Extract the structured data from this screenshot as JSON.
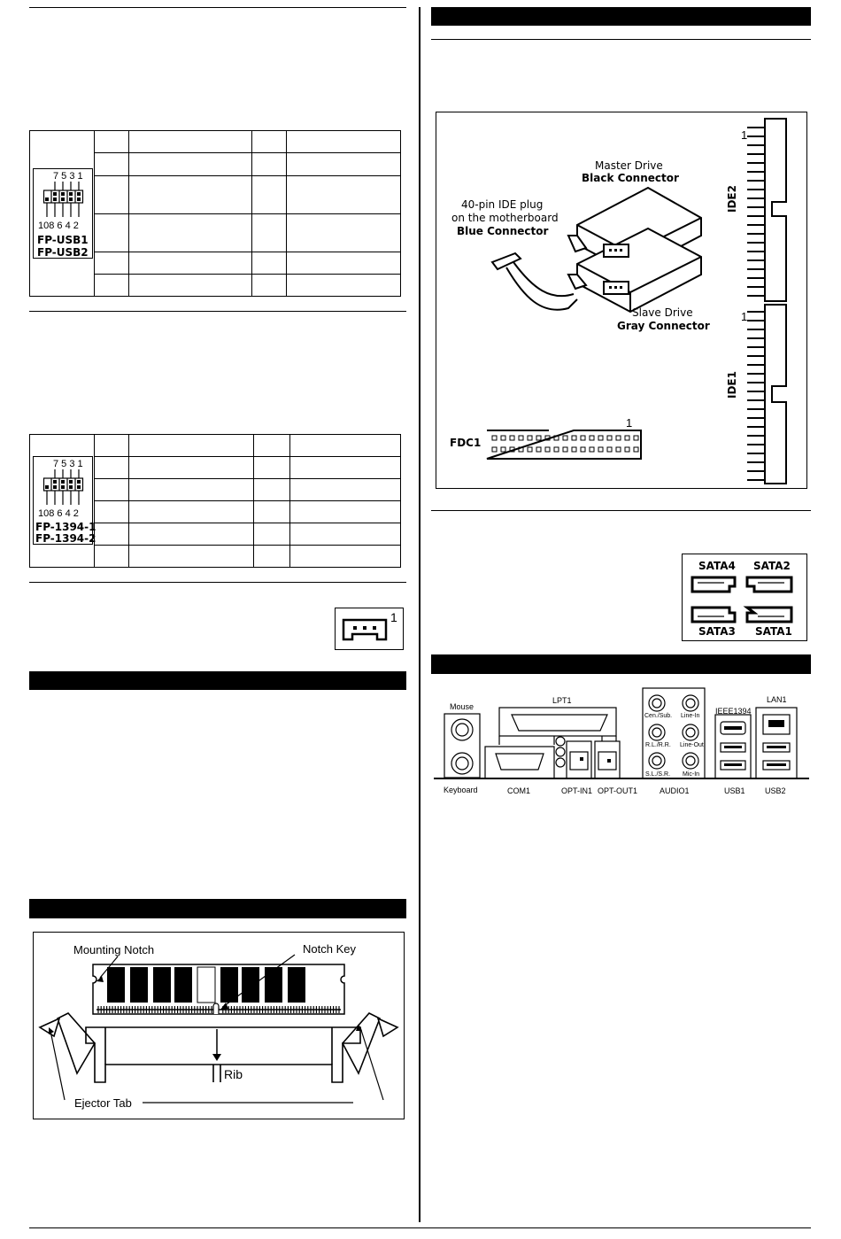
{
  "usb_header": {
    "pin_top": "7 5 3 1",
    "pin_bottom": "108 6 4 2",
    "name1": "FP-USB1",
    "name2": "FP-USB2"
  },
  "ieee_header": {
    "pin_top": "7 5 3 1",
    "pin_bottom": "108 6 4 2",
    "name1": "FP-1394-1",
    "name2": "FP-1394-2"
  },
  "fan_connector": {
    "pin1": "1"
  },
  "ide_diagram": {
    "master_line1": "Master Drive",
    "master_line2": "Black Connector",
    "plug_line1": "40-pin IDE plug",
    "plug_line2": "on the motherboard",
    "plug_line3": "Blue Connector",
    "slave_line1": "Slave Drive",
    "slave_line2": "Gray Connector",
    "ide2": "IDE2",
    "ide1": "IDE1",
    "ide2_pin1": "1",
    "ide1_pin1": "1",
    "fdc": "FDC1",
    "fdc_pin1": "1"
  },
  "sata": {
    "sata4": "SATA4",
    "sata2": "SATA2",
    "sata3": "SATA3",
    "sata1": "SATA1"
  },
  "rear_panel": {
    "mouse": "Mouse",
    "keyboard": "Keyboard",
    "lpt1": "LPT1",
    "com1": "COM1",
    "opt_in": "OPT-IN1",
    "opt_out": "OPT-OUT1",
    "audio1": "AUDIO1",
    "ieee1394": "IEEE1394",
    "lan1": "LAN1",
    "usb1": "USB1",
    "usb2": "USB2",
    "cen_sub": "Cen./Sub.",
    "line_in": "Line-In",
    "rl_rr": "R.L./R.R.",
    "line_out": "Line-Out",
    "sl_sr": "S.L./S.R.",
    "mic_in": "Mic-In"
  },
  "dimm_diagram": {
    "mounting_notch": "Mounting Notch",
    "notch_key": "Notch Key",
    "rib": "Rib",
    "ejector_tab": "Ejector Tab"
  }
}
